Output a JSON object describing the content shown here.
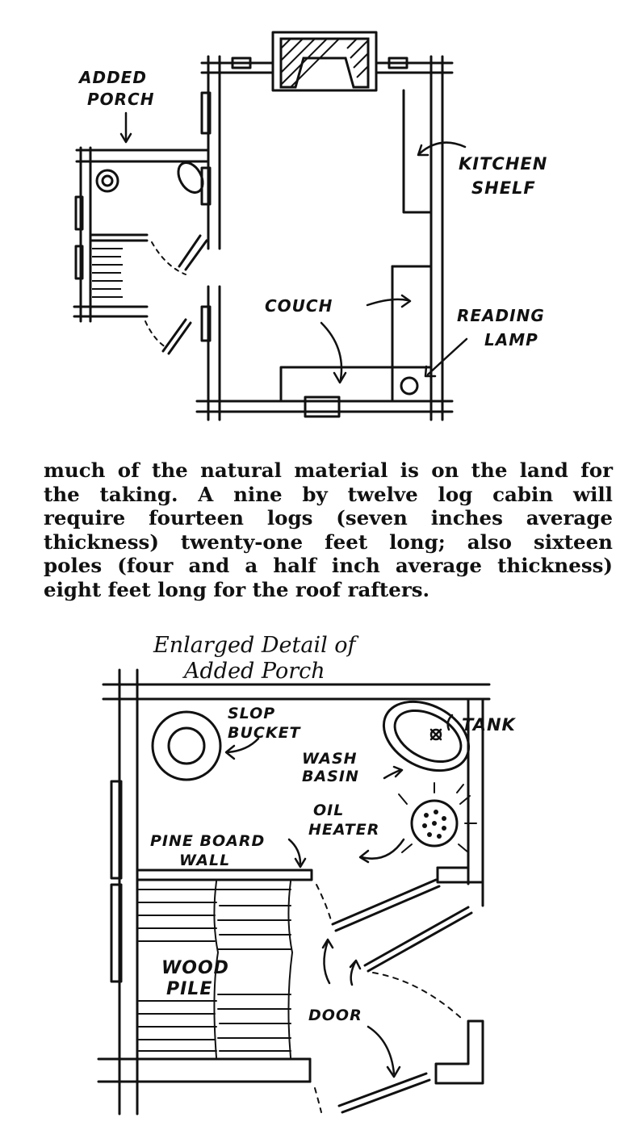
{
  "top_plan": {
    "labels": {
      "added_porch": [
        "ADDED",
        "PORCH"
      ],
      "kitchen_shelf": [
        "KITCHEN",
        "SHELF"
      ],
      "couch": "COUCH",
      "reading_lamp": [
        "READING",
        "LAMP"
      ]
    }
  },
  "text_block": {
    "lines": [
      "much of the natural material is on the land for",
      "the taking.  A nine by twelve log cabin will",
      "require fourteen logs (seven inches average",
      "thickness) twenty-one feet long; also sixteen",
      "poles (four and a half inch average thickness)",
      "eight feet long for the roof rafters."
    ]
  },
  "detail_plan": {
    "title": [
      "Enlarged Detail of",
      "Added Porch"
    ],
    "labels": {
      "slop_bucket": [
        "SLOP",
        "BUCKET"
      ],
      "tank": "TANK",
      "wash_basin": [
        "WASH",
        "BASIN"
      ],
      "oil_heater": [
        "OIL",
        "HEATER"
      ],
      "pine_board_wall": [
        "PINE BOARD",
        "WALL"
      ],
      "wood_pile": [
        "WOOD",
        "PILE"
      ],
      "door": "DOOR"
    }
  },
  "colors": {
    "ink": "#111111",
    "paper": "#ffffff"
  }
}
